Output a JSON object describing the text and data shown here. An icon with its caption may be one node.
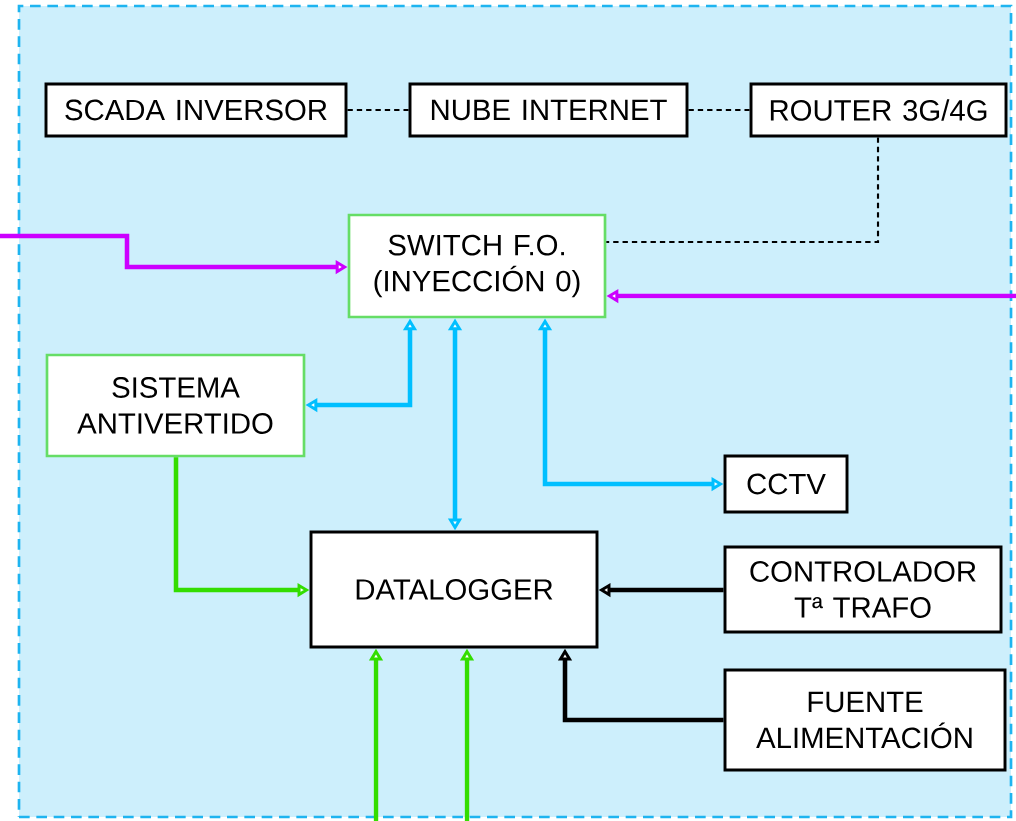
{
  "diagram": {
    "nodes": [
      {
        "text": [],
        "shape": "box"
      },
      {
        "text": [
          "SCADA INVERSOR"
        ],
        "in": 0
      },
      {
        "text": [
          "NUBE INTERNET"
        ],
        "in": 0
      },
      {
        "text": [
          "ROUTER 3G/4G"
        ],
        "in": 0
      },
      {
        "text": [
          "SWITCH F.O. (INYECCIÓN 0)"
        ],
        "in": 0
      },
      {
        "text": [
          "SISTEMA ANTIVERTIDO"
        ],
        "in": 0
      },
      {
        "text": [
          "CCTV"
        ],
        "in": 0
      },
      {
        "text": [
          "DATALOGGER"
        ],
        "in": 0
      },
      {
        "text": [
          "CONTROLADOR Tª TRAFO"
        ],
        "in": 0
      },
      {
        "text": [
          "FUENTE ALIMENTACIÓN"
        ],
        "in": 0
      }
    ],
    "edges": [
      {
        "from": 1,
        "to": 2,
        "arrow": "none",
        "style": "dashed"
      },
      {
        "from": 2,
        "to": 3,
        "arrow": "none",
        "style": "dashed"
      },
      {
        "from": 3,
        "to": 4,
        "arrow": "none",
        "style": "dashed"
      },
      {
        "from": null,
        "to": 4,
        "arrow": "to",
        "color": "#cc00ff"
      },
      {
        "from": null,
        "to": 4,
        "arrow": "to",
        "color": "#cc00ff"
      },
      {
        "from": 4,
        "to": 5,
        "arrow": "both",
        "color": "#00bfff"
      },
      {
        "from": 4,
        "to": 7,
        "arrow": "both",
        "color": "#00bfff"
      },
      {
        "from": 4,
        "to": 6,
        "arrow": "both",
        "color": "#00bfff"
      },
      {
        "from": 5,
        "to": 7,
        "arrow": "to",
        "color": "#33dd00"
      },
      {
        "from": null,
        "to": 7,
        "arrow": "to",
        "color": "#33dd00"
      },
      {
        "from": null,
        "to": 7,
        "arrow": "to",
        "color": "#33dd00"
      },
      {
        "from": 8,
        "to": 7,
        "arrow": "to"
      },
      {
        "from": 9,
        "to": 7,
        "arrow": "to"
      }
    ]
  }
}
